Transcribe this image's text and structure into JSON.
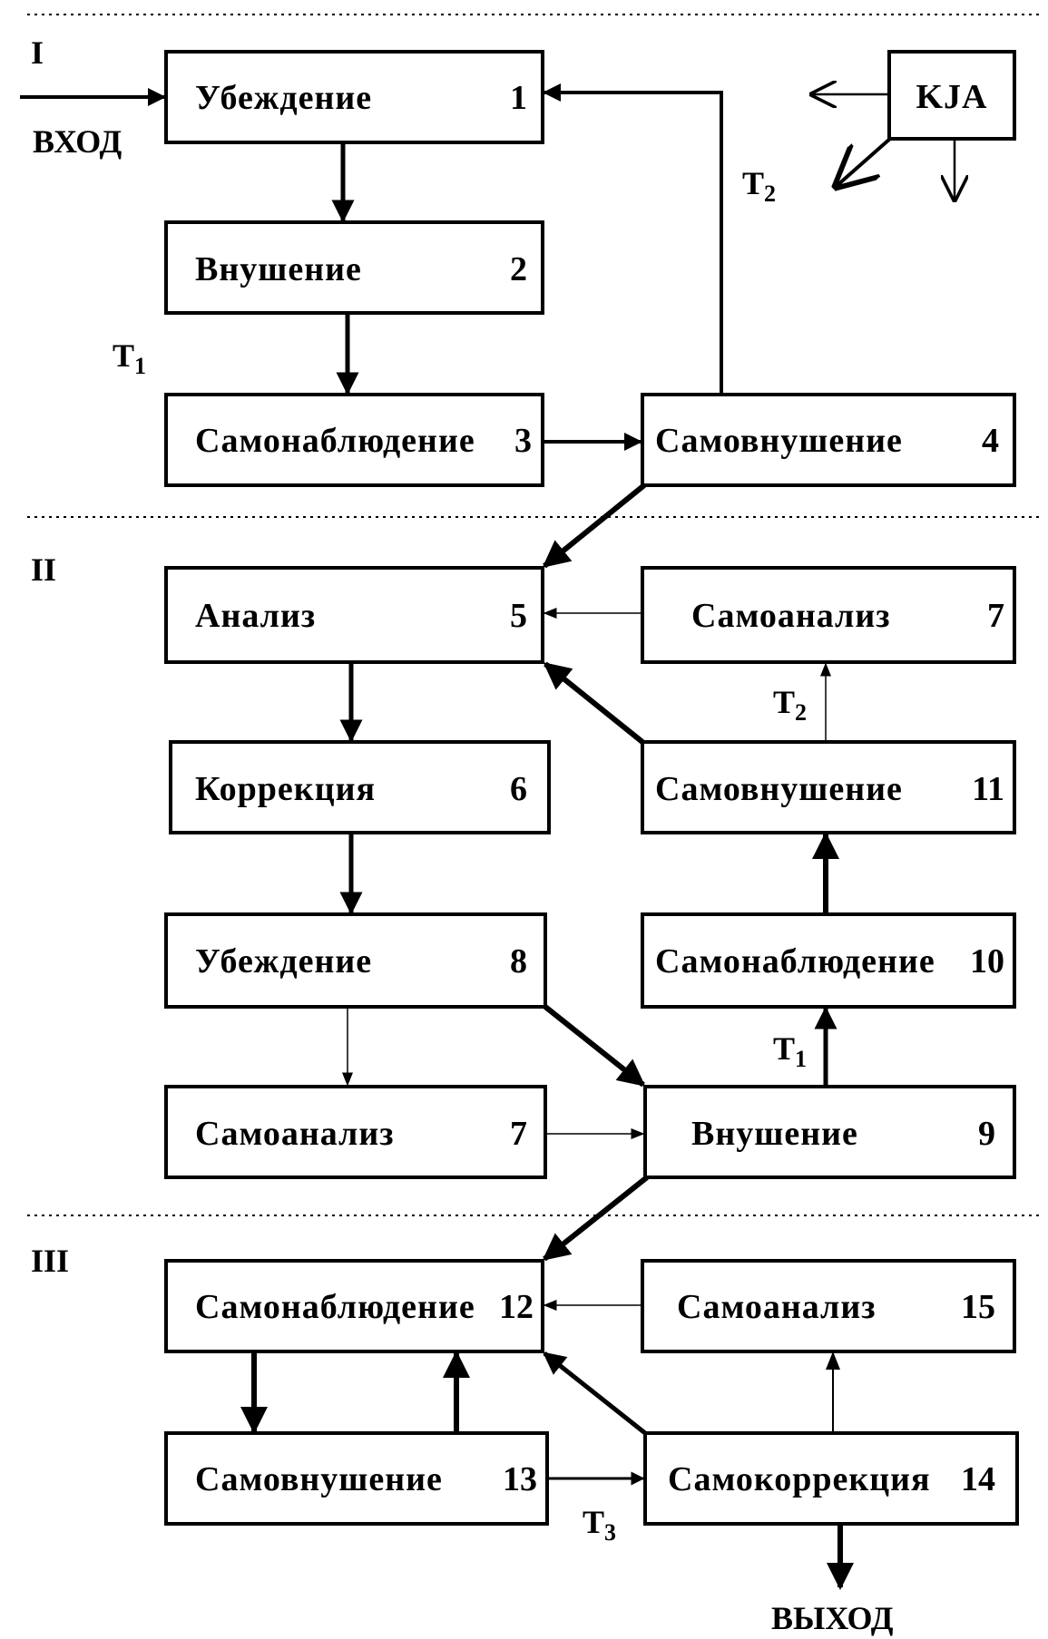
{
  "sections": [
    "I",
    "II",
    "III"
  ],
  "input_label": "ВХОД",
  "output_label": "ВЫХОД",
  "kja_label": "KJA",
  "blocks": [
    {
      "id": "b1",
      "label": "Убеждение",
      "num": "1"
    },
    {
      "id": "b2",
      "label": "Внушение",
      "num": "2"
    },
    {
      "id": "b3",
      "label": "Самонаблюдение",
      "num": "3"
    },
    {
      "id": "b4",
      "label": "Самовнушение",
      "num": "4"
    },
    {
      "id": "b5",
      "label": "Анализ",
      "num": "5"
    },
    {
      "id": "b7a",
      "label": "Самоанализ",
      "num": "7"
    },
    {
      "id": "b6",
      "label": "Коррекция",
      "num": "6"
    },
    {
      "id": "b11",
      "label": "Самовнушение",
      "num": "11"
    },
    {
      "id": "b8",
      "label": "Убеждение",
      "num": "8"
    },
    {
      "id": "b10",
      "label": "Самонаблюдение",
      "num": "10"
    },
    {
      "id": "b7b",
      "label": "Самоанализ",
      "num": "7"
    },
    {
      "id": "b9",
      "label": "Внушение",
      "num": "9"
    },
    {
      "id": "b12",
      "label": "Самонаблюдение",
      "num": "12"
    },
    {
      "id": "b15",
      "label": "Самоанализ",
      "num": "15"
    },
    {
      "id": "b13",
      "label": "Самовнушение",
      "num": "13"
    },
    {
      "id": "b14",
      "label": "Самокоррекция",
      "num": "14"
    }
  ],
  "time_labels": [
    {
      "id": "t1_top",
      "main": "T",
      "sub": "1"
    },
    {
      "id": "t2_top",
      "main": "T",
      "sub": "2"
    },
    {
      "id": "t2_mid",
      "main": "T",
      "sub": "2"
    },
    {
      "id": "t1_mid",
      "main": "T",
      "sub": "1"
    },
    {
      "id": "t3_bottom",
      "main": "T",
      "sub": "3"
    }
  ]
}
